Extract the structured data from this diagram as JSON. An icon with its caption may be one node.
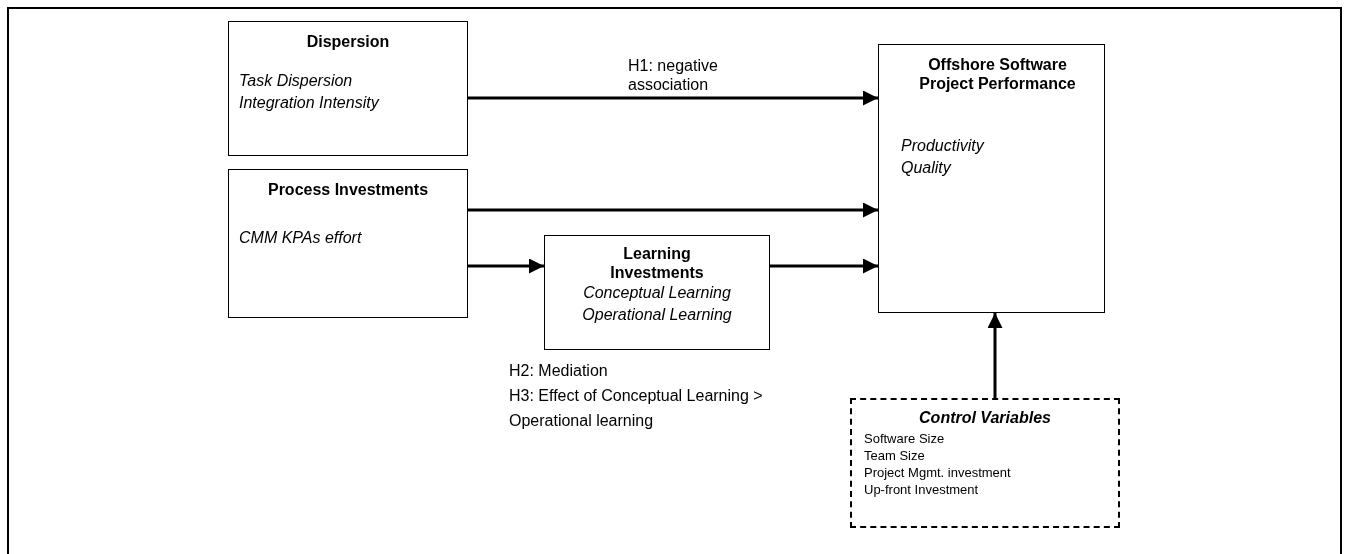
{
  "diagram": {
    "nodes": [
      {
        "text": [
          "Dispersion",
          "Task Dispersion",
          "Integration Intensity"
        ]
      },
      {
        "text": [
          "Process Investments",
          "CMM KPAs effort"
        ]
      },
      {
        "text": [
          "Learning Investments",
          "Conceptual Learning",
          "Operational Learning"
        ]
      },
      {
        "text": [
          "Offshore Software Project Performance",
          "Productivity",
          "Quality"
        ]
      },
      {
        "text": [
          "Control Variables",
          "Software Size",
          "Team Size",
          "Project Mgmt. investment",
          "Up-front Investment"
        ]
      }
    ],
    "edges": [
      {
        "from": 0,
        "to": 3,
        "arrow": "to",
        "label": "H1: negative association"
      },
      {
        "from": 1,
        "to": 3,
        "arrow": "to"
      },
      {
        "from": 1,
        "to": 2,
        "arrow": "to"
      },
      {
        "from": 2,
        "to": 3,
        "arrow": "to"
      },
      {
        "from": 4,
        "to": 3,
        "arrow": "to"
      }
    ],
    "labels": [
      "H2: Mediation",
      "H3: Effect of Conceptual Learning > Operational learning"
    ]
  }
}
